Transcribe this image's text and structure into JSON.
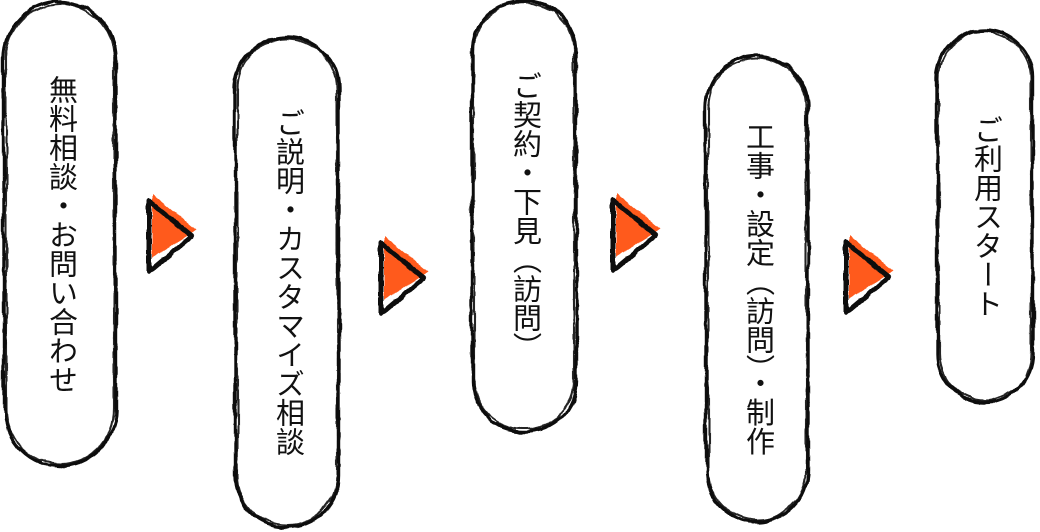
{
  "flow": {
    "steps": [
      {
        "label": "無料相談・お問い合わせ"
      },
      {
        "label": "ご説明・カスタマイズ相談"
      },
      {
        "label": "ご契約・下見（訪問）"
      },
      {
        "label": "工事・設定（訪問）・制作"
      },
      {
        "label": "ご利用スタート"
      }
    ],
    "connector_icon": "right-triangle-arrow",
    "colors": {
      "arrow_fill": "#ff5a1c",
      "outline": "#111111",
      "text": "#111111",
      "background": "#ffffff"
    }
  }
}
